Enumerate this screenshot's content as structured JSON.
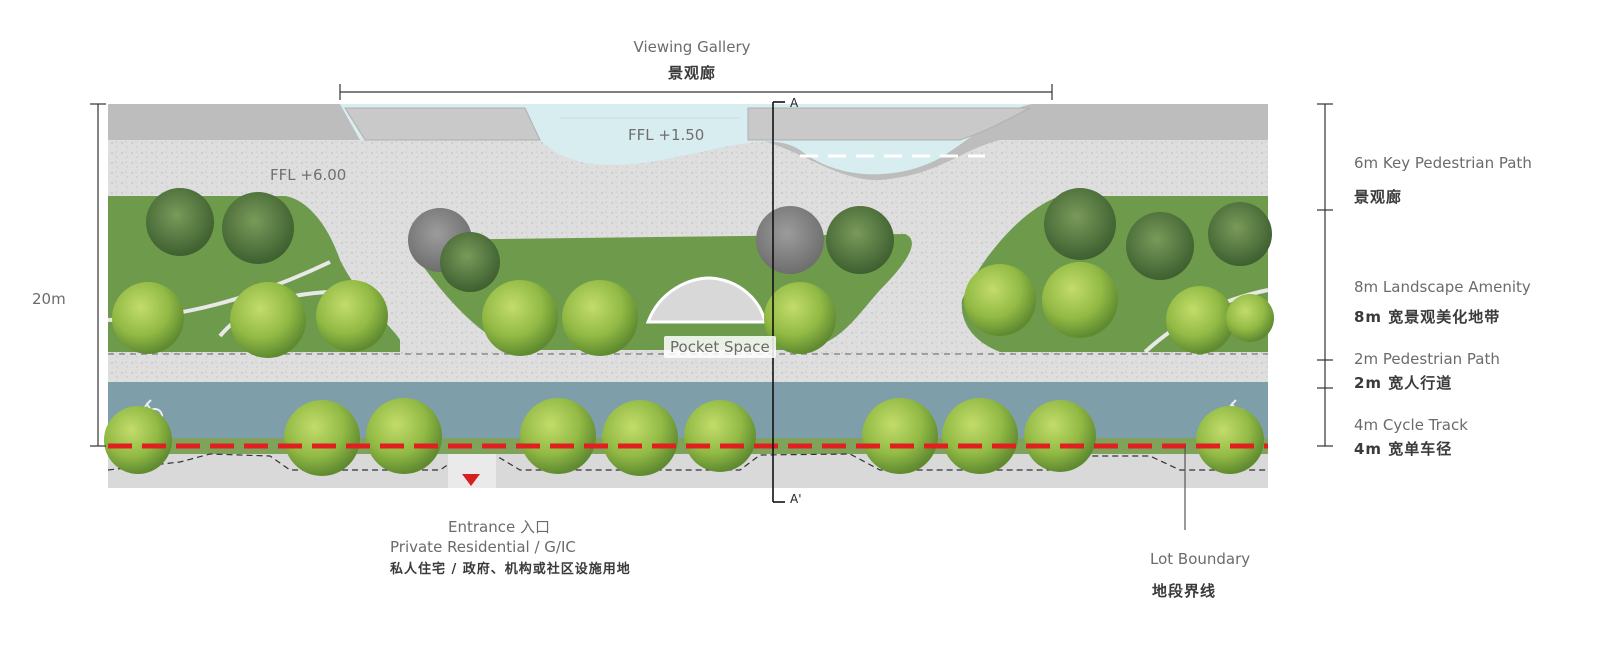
{
  "labels": {
    "viewing_gallery_en": "Viewing Gallery",
    "viewing_gallery_zh": "景观廊",
    "ffl_150": "FFL +1.50",
    "ffl_600": "FFL +6.00",
    "width_20m": "20m",
    "section_a": "A",
    "section_a_prime": "A'",
    "pocket_space": "Pocket Space",
    "entrance": "Entrance 入口",
    "private_residential": "Private Residential / G/IC",
    "private_residential_zh": "私人住宅 / 政府、机构或社区设施用地",
    "lot_boundary_en": "Lot Boundary",
    "lot_boundary_zh": "地段界线"
  },
  "zones": [
    {
      "en": "6m Key Pedestrian Path",
      "zh": "景观廊"
    },
    {
      "en": "8m Landscape Amenity",
      "zh": "8m 宽景观美化地带"
    },
    {
      "en": "2m Pedestrian Path",
      "zh": "2m 宽人行道"
    },
    {
      "en": "4m Cycle Track",
      "zh": "4m 宽单车径"
    }
  ],
  "colors": {
    "paving": "#dcdcdc",
    "grass": "#6e9a4c",
    "tree_light": "#9cc24a",
    "tree_dark": "#4f7a3a",
    "cycle_track": "#7e9fa9",
    "lot_boundary": "#e02020",
    "water": "#d6ecef"
  }
}
